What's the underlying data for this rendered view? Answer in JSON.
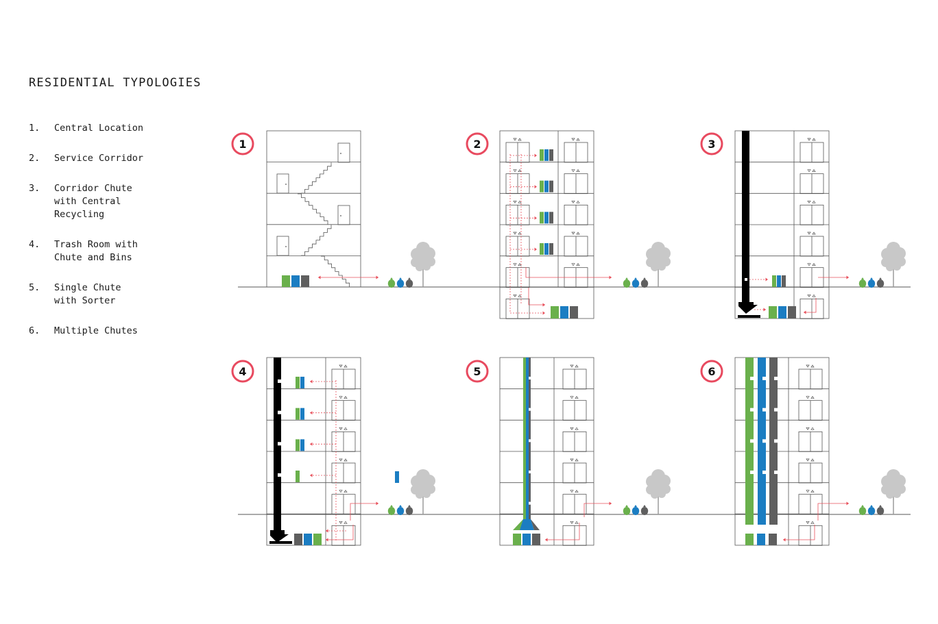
{
  "title": "RESIDENTIAL TYPOLOGIES",
  "typologies": [
    {
      "number": "1.",
      "label": "Central Location"
    },
    {
      "number": "2.",
      "label": "Service Corridor"
    },
    {
      "number": "3.",
      "label": "Corridor Chute\nwith Central\nRecycling"
    },
    {
      "number": "4.",
      "label": "Trash Room with\nChute and Bins"
    },
    {
      "number": "5.",
      "label": "Single Chute\nwith Sorter"
    },
    {
      "number": "6.",
      "label": "Multiple Chutes"
    }
  ],
  "diagram_badges": [
    "1",
    "2",
    "3",
    "4",
    "5",
    "6"
  ],
  "colors": {
    "compost_green": "#6ab04c",
    "recycling_blue": "#1b7dc2",
    "trash_gray": "#5f5f5f",
    "chute_black": "#000000",
    "route_red": "#e8505b",
    "badge_red": "#e84a5f",
    "tree_gray": "#c8c8c8",
    "line": "#555555"
  }
}
